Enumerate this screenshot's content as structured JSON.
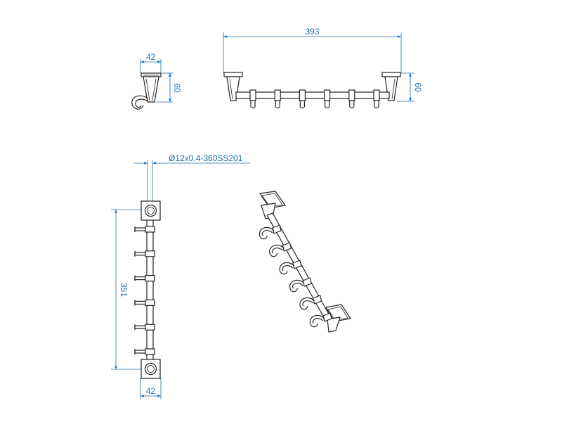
{
  "drawing": {
    "colors": {
      "dimension": "#1a6fb5",
      "outline": "#222222",
      "background": "#ffffff"
    },
    "side_view": {
      "width_label": "42",
      "height_label": "60"
    },
    "front_view": {
      "length_label": "393",
      "height_label": "60",
      "hook_count": 6
    },
    "top_view": {
      "tube_spec": "Ø12x0.4-360SS201",
      "length_label": "351",
      "width_label": "42",
      "hook_count": 6
    },
    "iso_view": {
      "hook_count": 6
    }
  }
}
